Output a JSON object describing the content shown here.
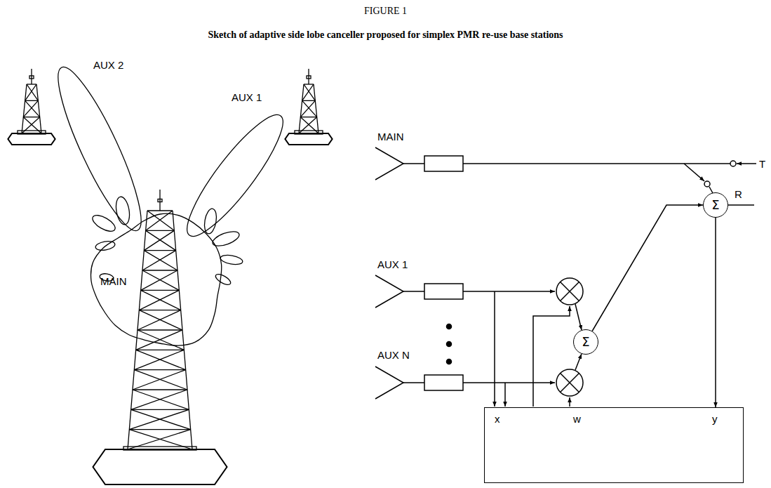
{
  "diagram": {
    "title": "FIGURE 1",
    "caption": "Sketch of adaptive side lobe canceller proposed for simplex PMR re-use base stations",
    "nodes": [
      {
        "text": [
          "Σ"
        ]
      },
      {
        "text": [
          "Σ"
        ]
      },
      {
        "text": [
          "x",
          "w",
          "y"
        ]
      }
    ],
    "edges": [
      {
        "from": 1,
        "to": 0,
        "arrow": "to"
      },
      {
        "from": 0,
        "to": 2,
        "arrow": "to"
      }
    ],
    "labels": [
      "AUX 2",
      "AUX 1",
      "MAIN",
      "MAIN",
      "AUX 1",
      "AUX N",
      "T",
      "R"
    ]
  }
}
